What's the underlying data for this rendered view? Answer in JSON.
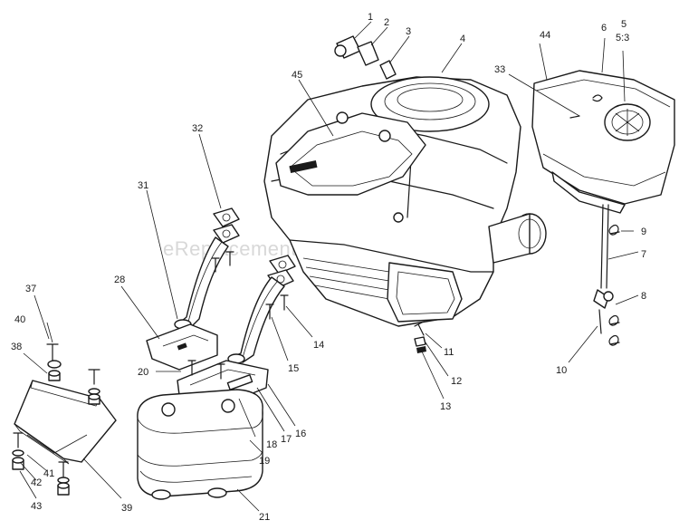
{
  "watermark": "eReplacementParts.com",
  "callouts": [
    {
      "id": "c1",
      "label": "1"
    },
    {
      "id": "c2",
      "label": "2"
    },
    {
      "id": "c3",
      "label": "3"
    },
    {
      "id": "c4",
      "label": "4"
    },
    {
      "id": "c5",
      "label": "5"
    },
    {
      "id": "c5b",
      "label": "5:3"
    },
    {
      "id": "c6",
      "label": "6"
    },
    {
      "id": "c7",
      "label": "7"
    },
    {
      "id": "c8",
      "label": "8"
    },
    {
      "id": "c9",
      "label": "9"
    },
    {
      "id": "c10",
      "label": "10"
    },
    {
      "id": "c11",
      "label": "11"
    },
    {
      "id": "c12",
      "label": "12"
    },
    {
      "id": "c13",
      "label": "13"
    },
    {
      "id": "c14",
      "label": "14"
    },
    {
      "id": "c15",
      "label": "15"
    },
    {
      "id": "c16",
      "label": "16"
    },
    {
      "id": "c17",
      "label": "17"
    },
    {
      "id": "c18",
      "label": "18"
    },
    {
      "id": "c19",
      "label": "19"
    },
    {
      "id": "c20",
      "label": "20"
    },
    {
      "id": "c21",
      "label": "21"
    },
    {
      "id": "c28",
      "label": "28"
    },
    {
      "id": "c31",
      "label": "31"
    },
    {
      "id": "c32",
      "label": "32"
    },
    {
      "id": "c33",
      "label": "33"
    },
    {
      "id": "c37",
      "label": "37"
    },
    {
      "id": "c38",
      "label": "38"
    },
    {
      "id": "c39",
      "label": "39"
    },
    {
      "id": "c40",
      "label": "40"
    },
    {
      "id": "c41",
      "label": "41"
    },
    {
      "id": "c42",
      "label": "42"
    },
    {
      "id": "c43",
      "label": "43"
    },
    {
      "id": "c44",
      "label": "44"
    },
    {
      "id": "c45",
      "label": "45"
    }
  ]
}
